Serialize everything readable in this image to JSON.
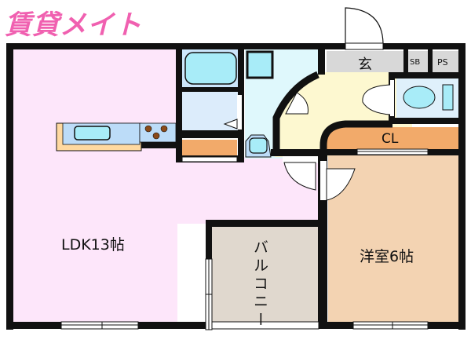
{
  "logo": {
    "text": "賃貸メイト",
    "color": "#f060b0"
  },
  "rooms": {
    "ldk": {
      "label": "LDK13帖",
      "color": "#fde6fa"
    },
    "western": {
      "label": "洋室6帖",
      "color": "#f3d3b2"
    },
    "balcony": {
      "label": "バルコニー",
      "color": "#e0d8ce"
    },
    "entrance": {
      "label": "玄",
      "color": "#d8d8d8"
    },
    "sb": {
      "label": "SB"
    },
    "ps": {
      "label": "PS"
    },
    "closet": {
      "label": "CL",
      "color": "#f2aa6a"
    },
    "hall": {
      "color": "#fdf8d0"
    },
    "bath": {
      "color": "#dcecfb"
    },
    "washroom": {
      "color": "#dff8fc"
    },
    "toilet": {
      "color": "#dff0fb"
    }
  },
  "colors": {
    "wall": "#111111",
    "fixture_blue": "#a8ecf8",
    "counter": "#ffd9a0"
  }
}
